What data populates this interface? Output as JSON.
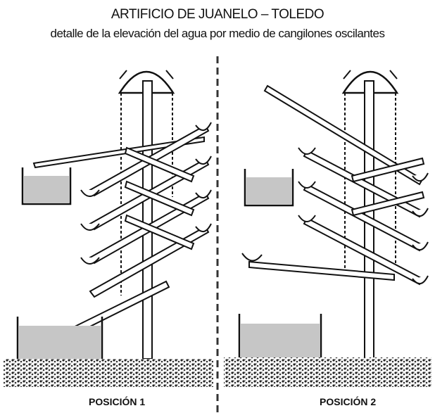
{
  "title": "ARTIFICIO DE JUANELO – TOLEDO",
  "subtitle": "detalle de la elevación del agua por medio de cangilones oscilantes",
  "positions": [
    {
      "label": "POSICIÓN 1"
    },
    {
      "label": "POSICIÓN 2"
    }
  ],
  "colors": {
    "ink": "#111111",
    "water": "#bdbdbd",
    "ground": "#555555"
  }
}
